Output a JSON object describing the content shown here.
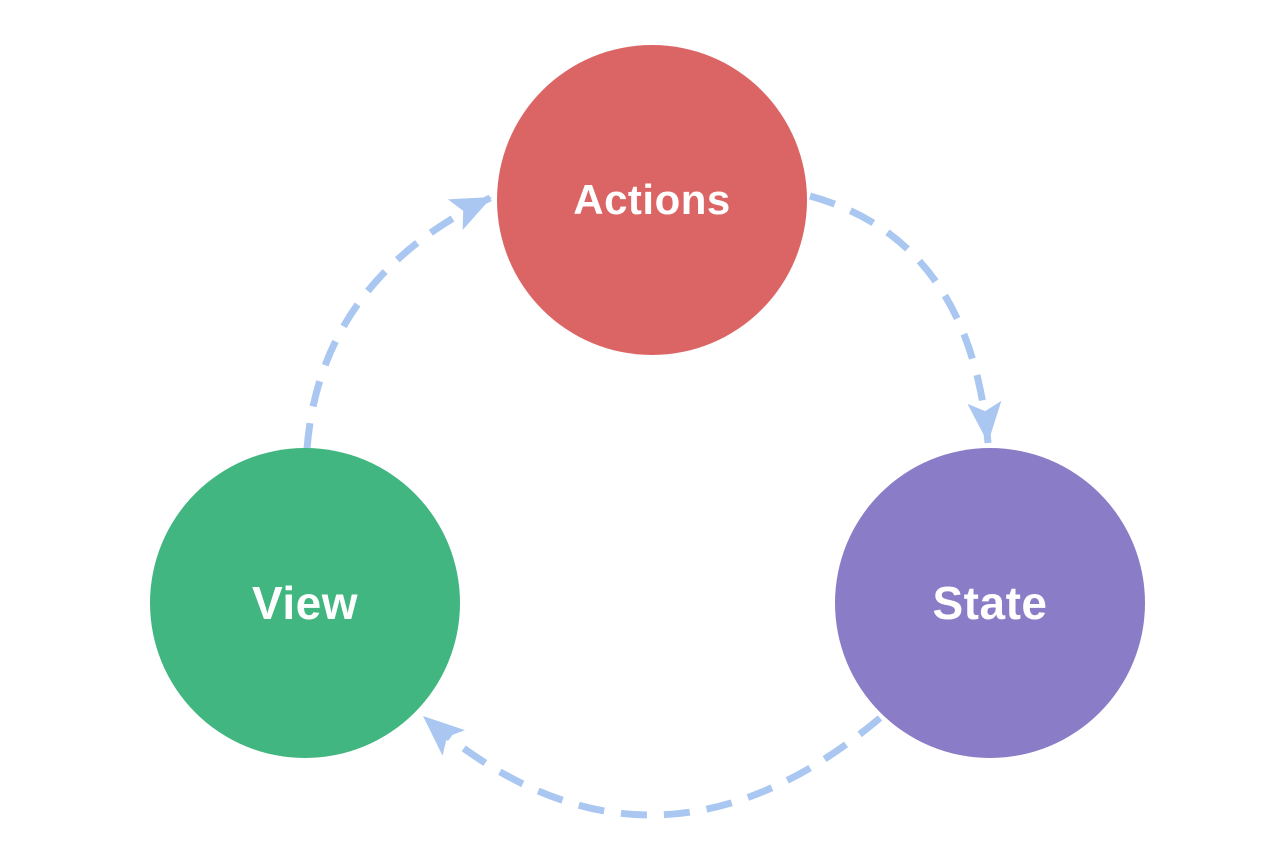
{
  "diagram": {
    "background": "#ffffff",
    "arrow_color": "#a9c7f1",
    "nodes": {
      "actions": {
        "label": "Actions",
        "color": "#db6565",
        "text_color": "#ffffff"
      },
      "state": {
        "label": "State",
        "color": "#8a7cc6",
        "text_color": "#ffffff"
      },
      "view": {
        "label": "View",
        "color": "#41b680",
        "text_color": "#ffffff"
      }
    },
    "edges": [
      {
        "from": "Actions",
        "to": "State",
        "style": "dashed-arrow"
      },
      {
        "from": "State",
        "to": "View",
        "style": "dashed-arrow"
      },
      {
        "from": "View",
        "to": "Actions",
        "style": "dashed-arrow"
      }
    ]
  }
}
